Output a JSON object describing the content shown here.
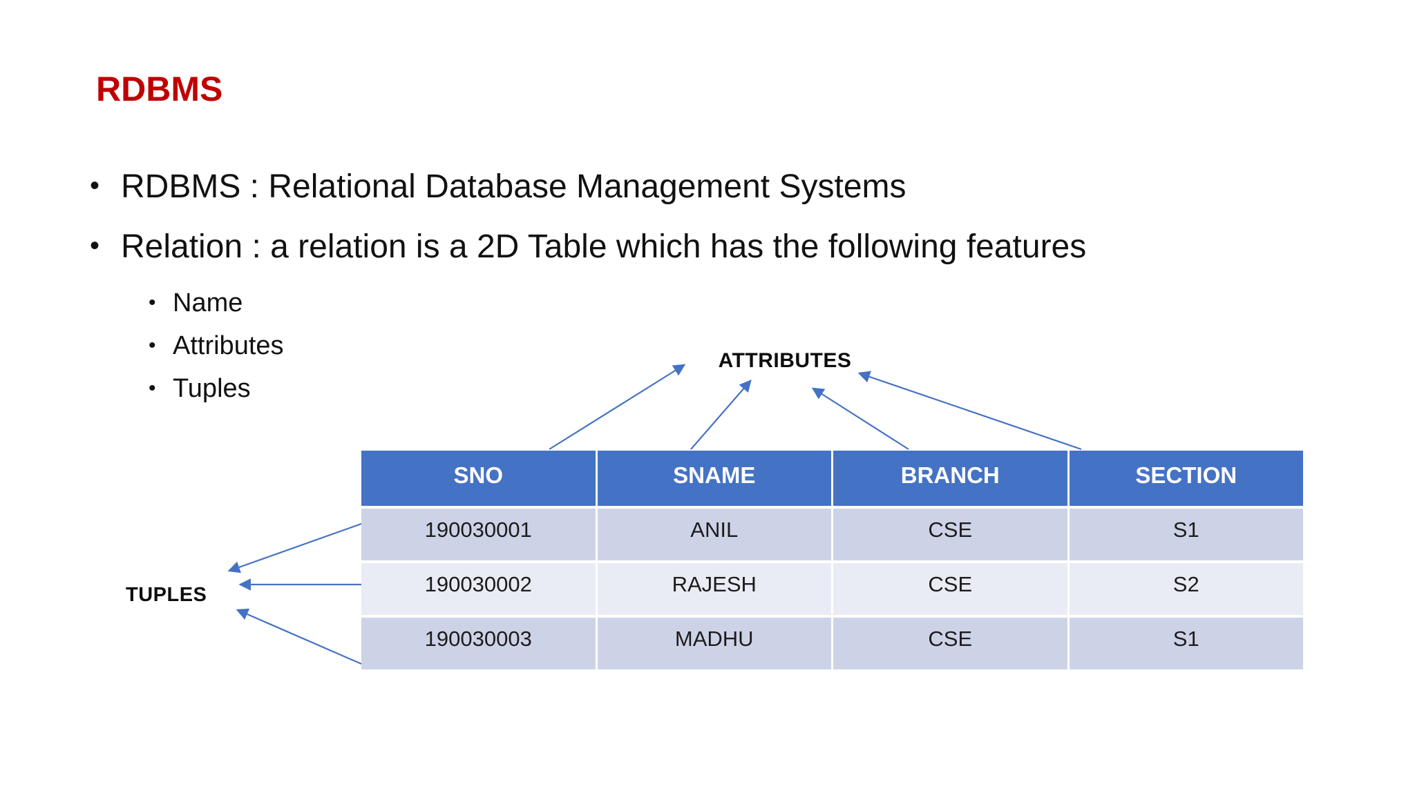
{
  "theme": {
    "accent": "#4472C4",
    "title_color": "#C00000",
    "row_dark": "#CDD3E7",
    "row_light": "#E9EBF5",
    "header_text": "#FFFFFF",
    "body_text": "#1C1C1C"
  },
  "slide": {
    "title": "RDBMS",
    "bullet_glyph": "•",
    "bullets": [
      "RDBMS : Relational Database Management Systems",
      "Relation : a relation is a 2D Table which has the following features"
    ],
    "sub_bullets": [
      "Name",
      "Attributes",
      "Tuples"
    ],
    "annotations": {
      "attributes_label": "ATTRIBUTES",
      "tuples_label": "TUPLES"
    }
  },
  "table": {
    "headers": [
      "SNO",
      "SNAME",
      "BRANCH",
      "SECTION"
    ],
    "rows": [
      [
        "190030001",
        "ANIL",
        "CSE",
        "S1"
      ],
      [
        "190030002",
        "RAJESH",
        "CSE",
        "S2"
      ],
      [
        "190030003",
        "MADHU",
        "CSE",
        "S1"
      ]
    ]
  }
}
